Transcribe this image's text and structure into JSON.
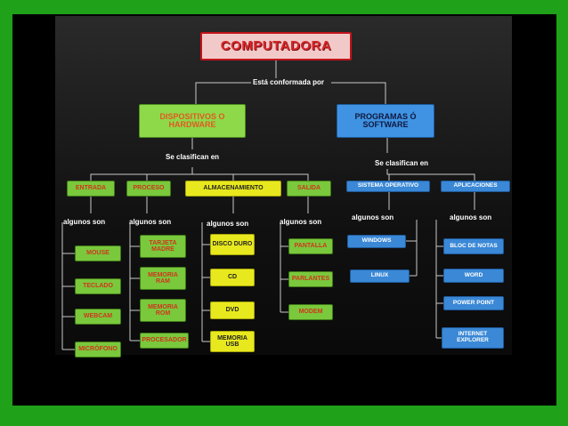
{
  "title": "COMPUTADORA",
  "connector_main": "Está conformada por",
  "hardware": {
    "title": "DISPOSITIVOS O HARDWARE",
    "classify": "Se clasifican en",
    "categories": [
      "ENTRADA",
      "PROCESO",
      "ALMACENAMIENTO",
      "SALIDA"
    ],
    "algunos": "algunos son",
    "entrada_items": [
      "MOUSE",
      "TECLADO",
      "WEBCAM",
      "MICRÓFONO"
    ],
    "proceso_items": [
      "TARJETA MADRE",
      "MEMORIA RAM",
      "MEMORIA ROM",
      "PROCESADOR"
    ],
    "almacenamiento_items": [
      "DISCO DURO",
      "CD",
      "DVD",
      "MEMORIA USB"
    ],
    "salida_items": [
      "PANTALLA",
      "PARLANTES",
      "MODEM"
    ]
  },
  "software": {
    "title": "PROGRAMAS Ó SOFTWARE",
    "classify": "Se clasifican en",
    "categories": [
      "SISTEMA OPERATIVO",
      "APLICACIONES"
    ],
    "algunos": "algunos son",
    "so_items": [
      "WINDOWS",
      "LINUX"
    ],
    "app_items": [
      "BLOC DE NOTAS",
      "WORD",
      "POWER POINT",
      "INTERNET EXPLORER"
    ]
  },
  "colors": {
    "background": "#1fa11a",
    "frame": "#000000",
    "title_border": "#c0141a",
    "hardware": "#8ed94a",
    "storage": "#e8e81e",
    "software": "#3a88d6"
  }
}
